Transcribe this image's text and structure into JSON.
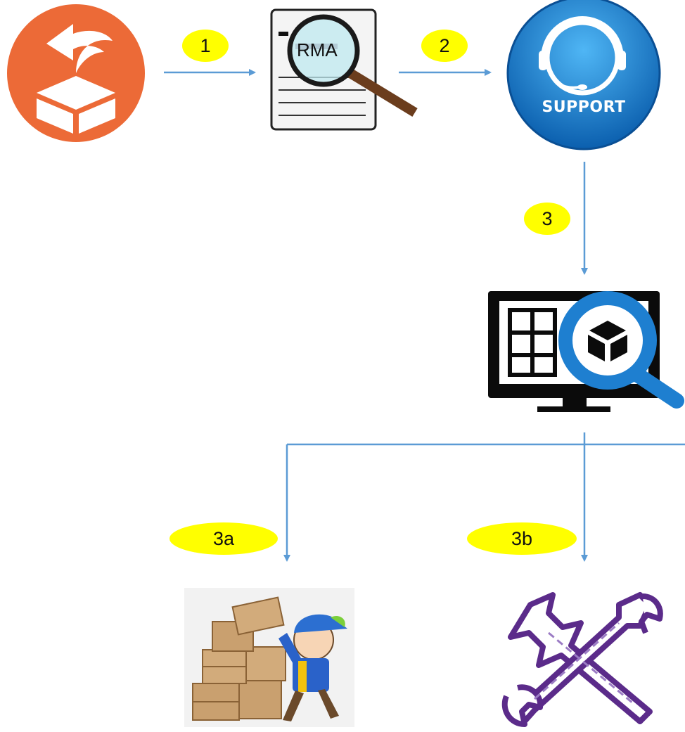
{
  "steps": {
    "step1": "1",
    "step2": "2",
    "step3": "3",
    "step3a": "3a",
    "step3b": "3b"
  },
  "nodes": {
    "return_icon": "return-package-icon",
    "rma_doc": {
      "icon": "rma-document-magnifier-icon",
      "label": "RMA"
    },
    "support": {
      "icon": "support-headset-icon",
      "label": "SUPPORT"
    },
    "inventory": {
      "icon": "inventory-search-monitor-icon"
    },
    "warehouse": {
      "icon": "warehouse-worker-boxes-icon"
    },
    "repair": {
      "icon": "crossed-wrenches-icon"
    }
  },
  "colors": {
    "arrow": "#5b9bd5",
    "badge": "#ffff00",
    "return_orange": "#ec6a37",
    "support_blue": "#1a7fd4",
    "inventory_blue": "#1e7fd0",
    "wrench_purple": "#5b2b8a"
  }
}
